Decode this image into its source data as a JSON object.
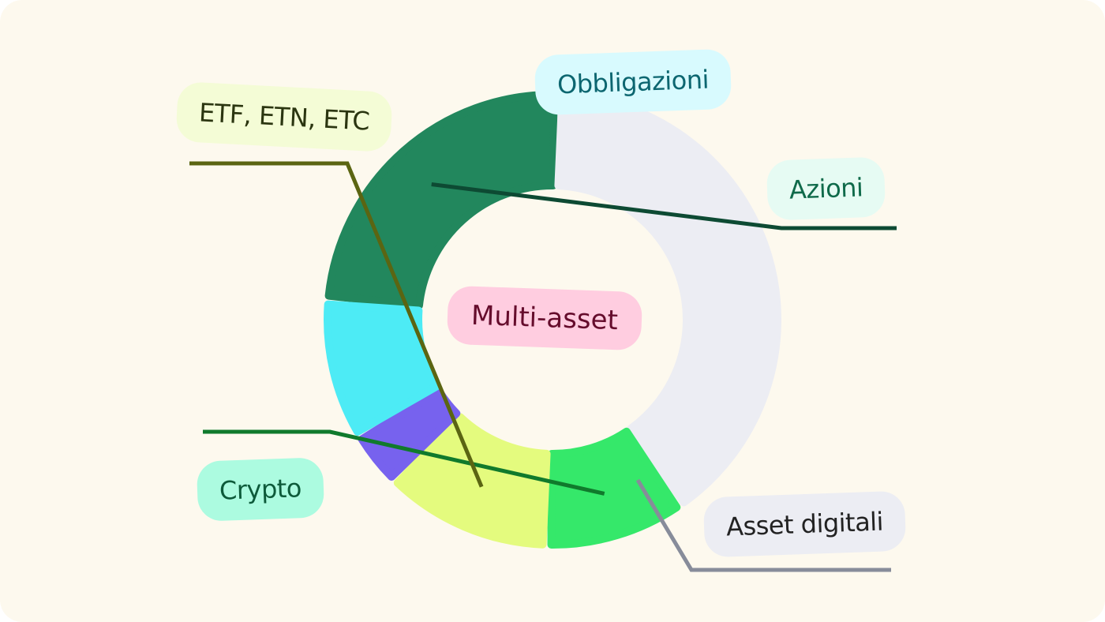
{
  "chart_data": {
    "type": "donut",
    "center_label": "Multi-asset",
    "segments": [
      {
        "label": "Azioni",
        "value": 24,
        "color": "#22875d",
        "pill_bg": "#e6fbf3",
        "pill_text": "#0f6a4a",
        "line_color": "#0d4a33"
      },
      {
        "label": "Asset digitali",
        "value": 40,
        "color": "#ecedf3",
        "pill_bg": "#ecedf3",
        "pill_text": "#222222",
        "line_color": "#878c9a"
      },
      {
        "label": "Crypto",
        "value": 10,
        "color": "#35e86a",
        "pill_bg": "#acfbe0",
        "pill_text": "#0d5a3a",
        "line_color": "#107a2c"
      },
      {
        "label": "ETF, ETN, ETC",
        "value": 12,
        "color": "#e4fb7e",
        "pill_bg": "#f4fcd6",
        "pill_text": "#2b3510",
        "line_color": "#5b6512"
      },
      {
        "label": "",
        "value": 4,
        "color": "#7762ee"
      },
      {
        "label": "Obbligazioni",
        "value": 10,
        "color": "#4debf5",
        "pill_bg": "#d8fafe",
        "pill_text": "#0c6670",
        "line_color": ""
      }
    ]
  },
  "colors": {
    "background": "#fdf9ee",
    "center_pill_bg": "#ffcde0",
    "center_pill_text": "#650c2c"
  }
}
